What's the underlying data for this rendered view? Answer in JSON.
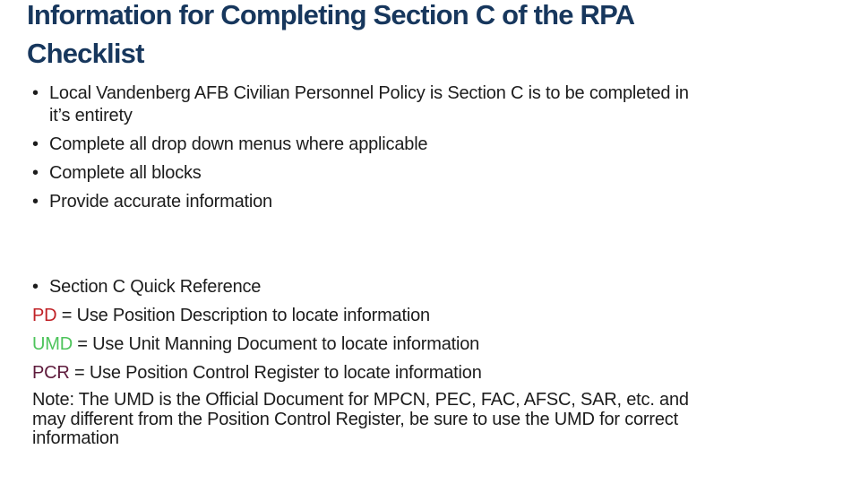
{
  "slide": {
    "bullet_char": "•",
    "colors": {
      "title": "#17375d",
      "body": "#1c1c1c"
    },
    "title": "Information for Completing Section C of the RPA\nChecklist",
    "bullets_top": [
      "Local Vandenberg AFB Civilian Personnel Policy is Section C is to be completed in\nit’s entirety",
      "Complete all drop down menus where applicable",
      "Complete all blocks",
      "Provide accurate information"
    ],
    "quick_reference": "Section C Quick Reference",
    "reference_lines": [
      {
        "term": "PD",
        "rest": " = Use Position Description to locate information",
        "color": "#c02126"
      },
      {
        "term": "UMD",
        "rest": " = Use Unit Manning Document to locate information",
        "color": "#4dc45b"
      },
      {
        "term": "PCR",
        "rest": " = Use Position Control Register to locate information",
        "color": "#5e1b3c"
      }
    ],
    "note": "Note: The UMD is the Official Document for MPCN, PEC, FAC, AFSC, SAR, etc. and\nmay different from the Position Control Register, be sure to use the UMD for correct\ninformation"
  }
}
